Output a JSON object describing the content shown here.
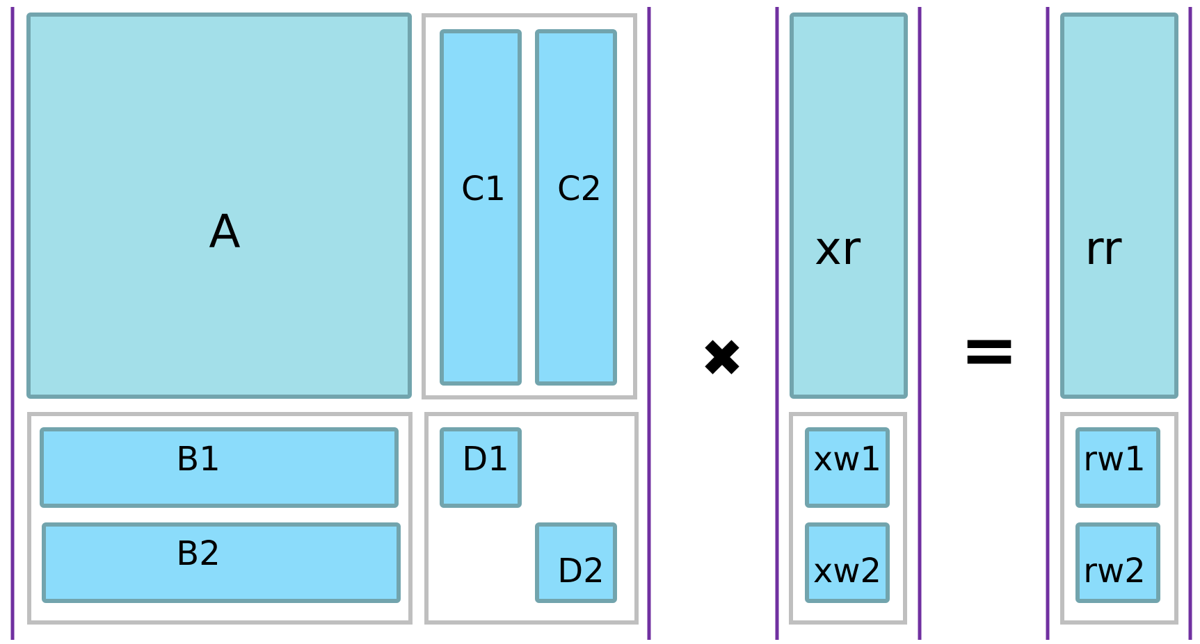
{
  "diagram": {
    "colors": {
      "bracket": "#7030a0",
      "panel_border": "#bfbfbf",
      "block_border": "#72a4ad",
      "block_fill_large": "#a3dfe9",
      "block_fill_small": "#8bdcfb",
      "text": "#000000"
    },
    "matrix": {
      "A": "A",
      "C1": "C1",
      "C2": "C2",
      "B1": "B1",
      "B2": "B2",
      "D1": "D1",
      "D2": "D2"
    },
    "operators": {
      "multiply": "✖",
      "equals": "="
    },
    "x_vector": {
      "xr": "xr",
      "xw1": "xw1",
      "xw2": "xw2"
    },
    "r_vector": {
      "rr": "rr",
      "rw1": "rw1",
      "rw2": "rw2"
    }
  }
}
